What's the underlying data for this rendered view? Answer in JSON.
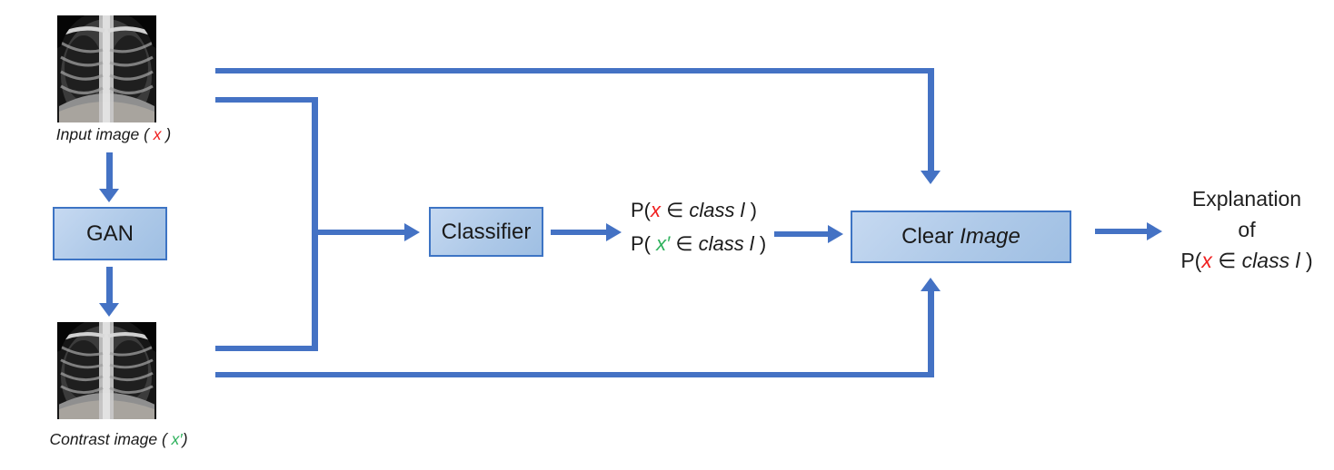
{
  "colors": {
    "arrow_blue": "#4472c4",
    "box_border_blue": "#3d74c4",
    "box_fill_light": "#c6d9f1",
    "box_fill_dark": "#9fbfe3",
    "variable_red": "#f02020",
    "variable_green": "#2eb15c"
  },
  "nodes": {
    "input_image": {
      "caption_prefix": "Input image ( ",
      "caption_var": "x",
      "caption_suffix": " )"
    },
    "gan": {
      "label": "GAN"
    },
    "contrast_image": {
      "caption_prefix": "Contrast image ( ",
      "caption_var": "x′",
      "caption_suffix": ")"
    },
    "classifier": {
      "label": "Classifier"
    },
    "clear_image": {
      "label_word1": "Clear ",
      "label_word2": "Image"
    }
  },
  "probabilities": {
    "line1": {
      "p_open": "P(",
      "var": "x",
      "element_of": " ∈ ",
      "class_text": "class l",
      "close": " )"
    },
    "line2": {
      "p_open": "P( ",
      "var": "x′",
      "element_of": " ∈ ",
      "class_text": "class l",
      "close": " )"
    }
  },
  "explanation": {
    "line1": "Explanation",
    "line2": "of",
    "line3": {
      "p_open": "P(",
      "var": "x",
      "element_of": " ∈ ",
      "class_text": "class l",
      "close": " )"
    }
  },
  "icons": {
    "xray_top": "chest-xray-image",
    "xray_bottom": "chest-xray-image"
  }
}
